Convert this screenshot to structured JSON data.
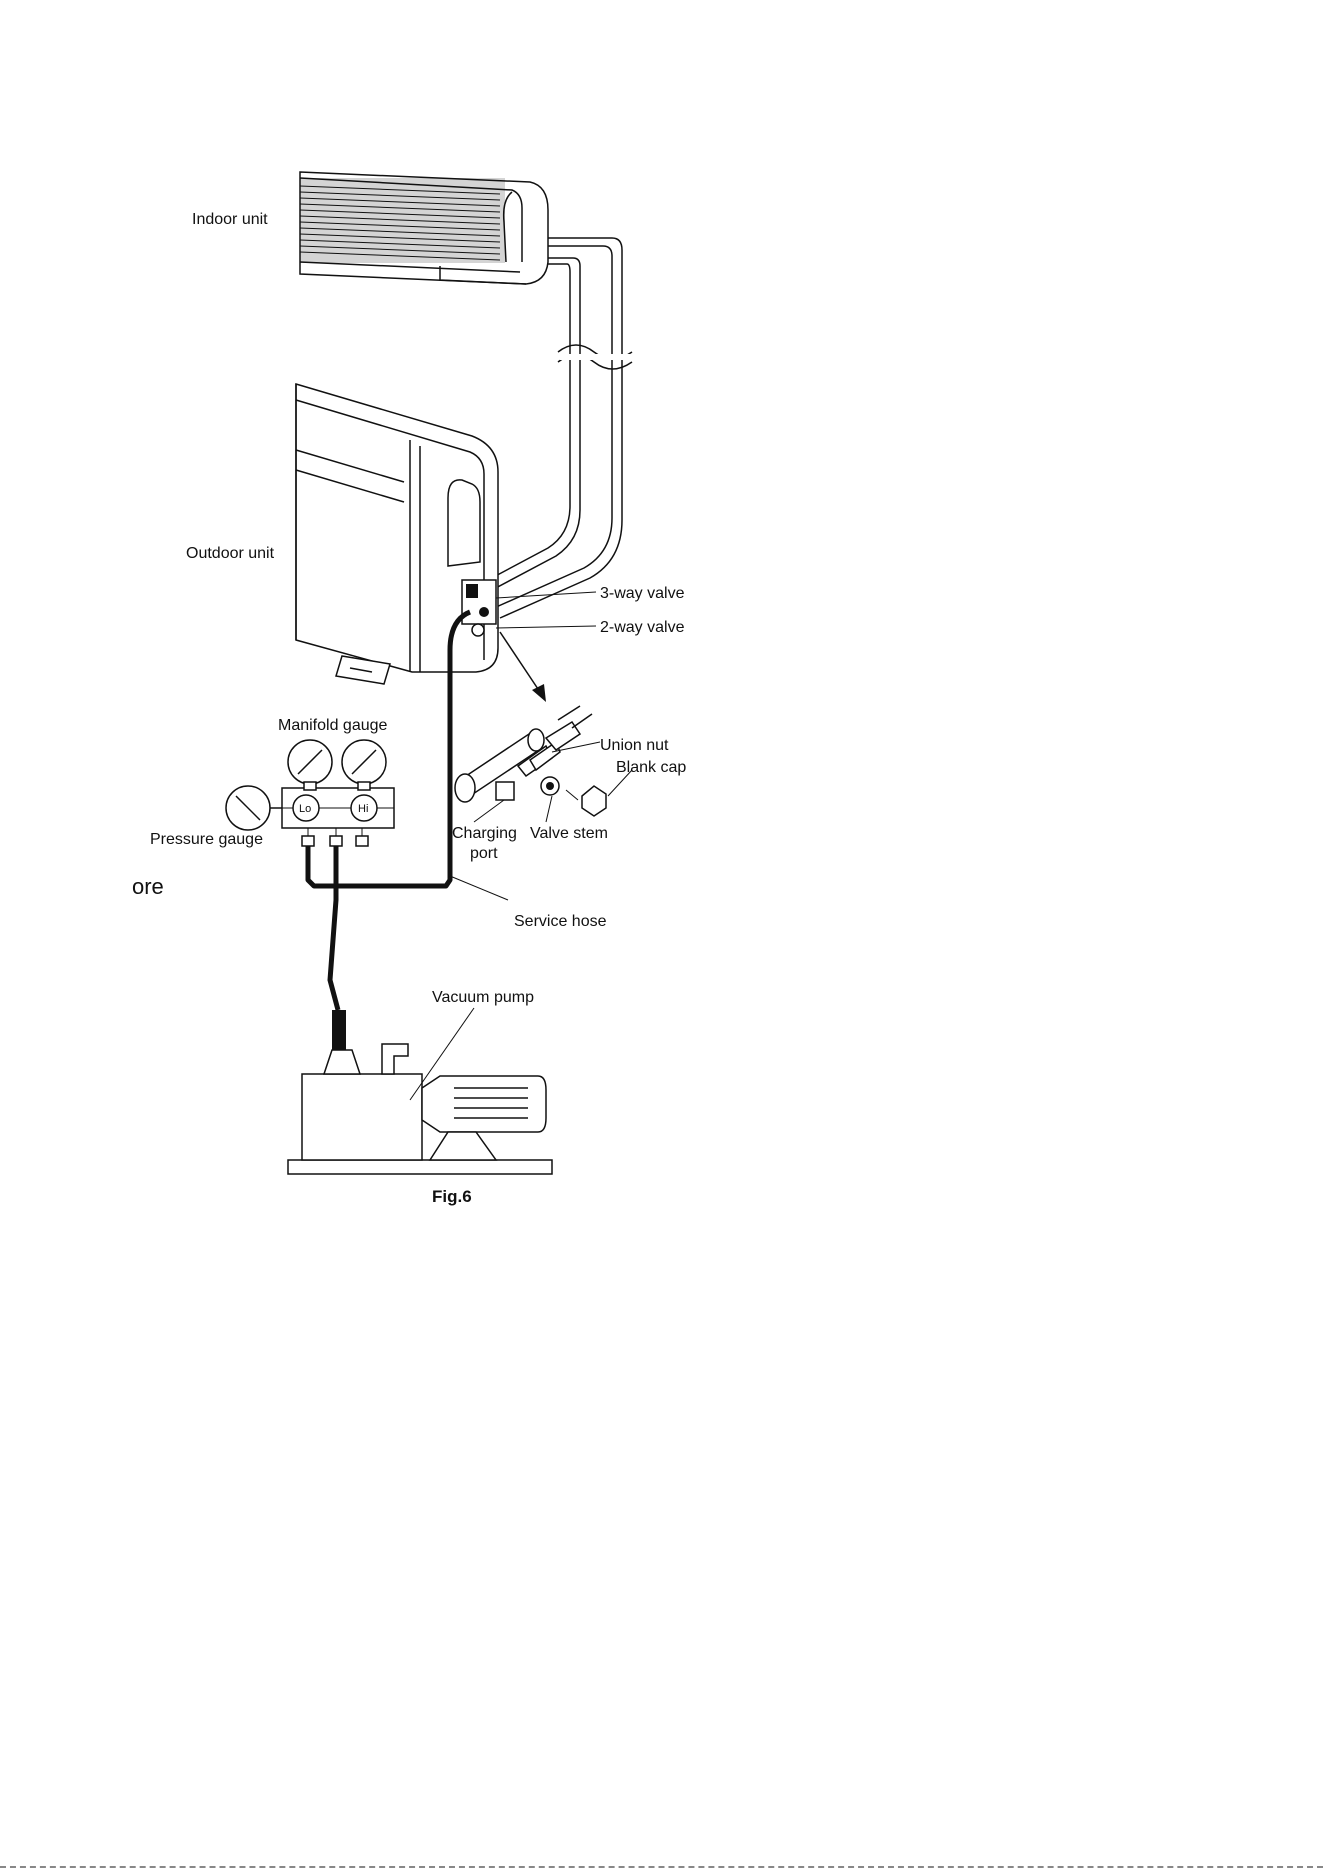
{
  "figure": {
    "caption": "Fig.6",
    "partial_text": "ore",
    "labels": {
      "indoor_unit": "Indoor unit",
      "outdoor_unit": "Outdoor unit",
      "three_way_valve": "3-way valve",
      "two_way_valve": "2-way valve",
      "manifold_gauge": "Manifold gauge",
      "pressure_gauge": "Pressure gauge",
      "lo": "Lo",
      "hi": "Hi",
      "union_nut": "Union nut",
      "blank_cap": "Blank cap",
      "charging_port_line1": "Charging",
      "charging_port_line2": "port",
      "valve_stem": "Valve stem",
      "service_hose": "Service hose",
      "vacuum_pump": "Vacuum pump"
    }
  }
}
